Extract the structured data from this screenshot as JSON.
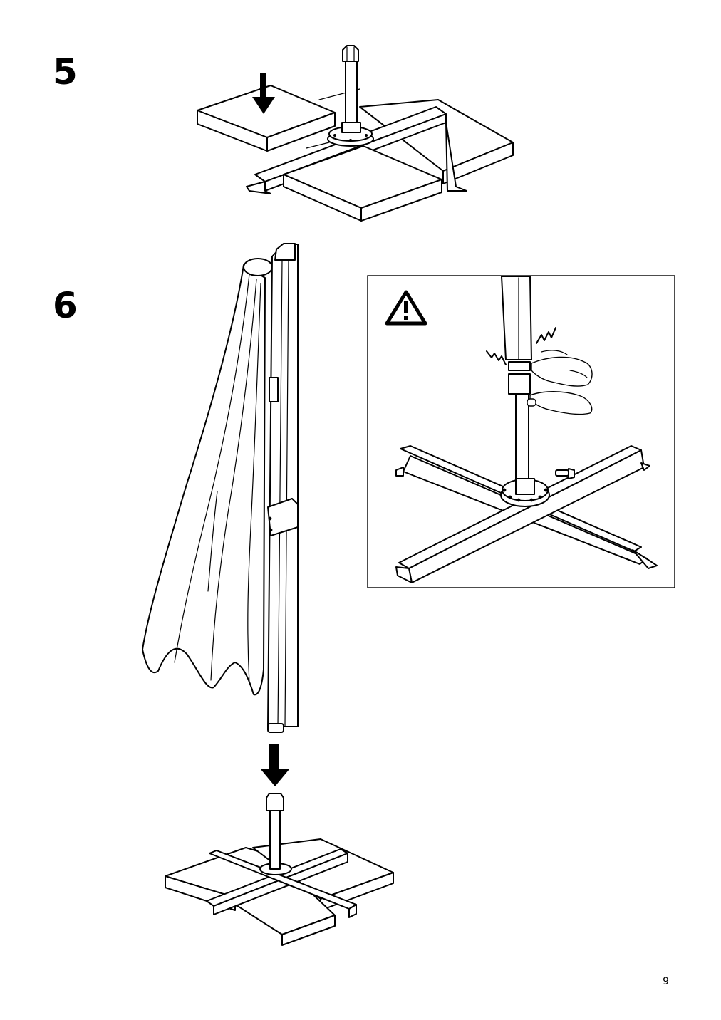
{
  "steps": [
    {
      "number": "5"
    },
    {
      "number": "6"
    }
  ],
  "warning": {
    "icon": "warning-triangle-icon"
  },
  "page": {
    "number": "9"
  }
}
